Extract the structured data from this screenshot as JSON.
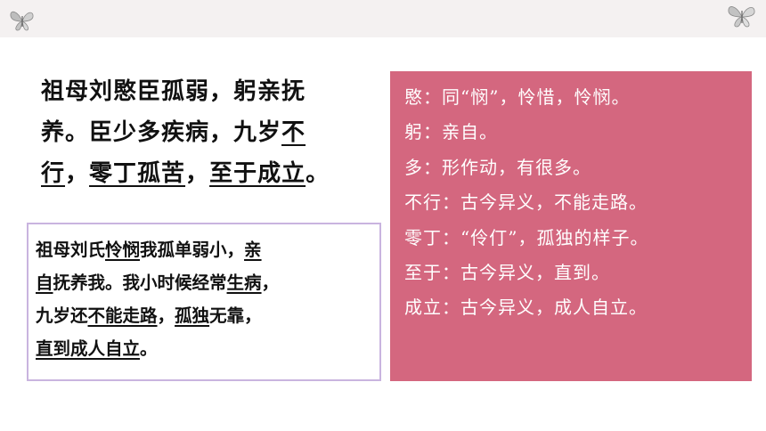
{
  "original": {
    "line1": [
      {
        "text": "祖母刘愍臣孤弱，躬亲抚",
        "u": false
      }
    ],
    "line2": [
      {
        "text": "养。臣少多疾病，九岁",
        "u": false
      },
      {
        "text": "不",
        "u": true
      }
    ],
    "line3": [
      {
        "text": "行",
        "u": true
      },
      {
        "text": "，",
        "u": false
      },
      {
        "text": "零丁孤苦",
        "u": true
      },
      {
        "text": "，",
        "u": false
      },
      {
        "text": "至于成立",
        "u": true
      },
      {
        "text": "。",
        "u": false
      }
    ]
  },
  "translation": {
    "line1": [
      {
        "text": "祖母刘氏",
        "u": false
      },
      {
        "text": "怜悯",
        "u": true
      },
      {
        "text": "我孤单弱小，",
        "u": false
      },
      {
        "text": "亲",
        "u": true
      }
    ],
    "line2": [
      {
        "text": "自",
        "u": true
      },
      {
        "text": "抚养我。我小时候经常",
        "u": false
      },
      {
        "text": "生病",
        "u": true
      },
      {
        "text": "，",
        "u": false
      }
    ],
    "line3": [
      {
        "text": "九岁还",
        "u": false
      },
      {
        "text": "不能走路",
        "u": true
      },
      {
        "text": "，",
        "u": false
      },
      {
        "text": "孤独",
        "u": true
      },
      {
        "text": "无靠，",
        "u": false
      }
    ],
    "line4": [
      {
        "text": "直到成人自立",
        "u": true
      },
      {
        "text": "。",
        "u": false
      }
    ]
  },
  "notes": [
    "愍：同“悯”，怜惜，怜悯。",
    "躬：亲自。",
    "多：形作动，有很多。",
    "不行：古今异义，不能走路。",
    "零丁：“伶仃”，孤独的样子。",
    "至于：古今异义，直到。",
    "成立：古今异义，成人自立。"
  ],
  "colors": {
    "notes_panel_bg": "#d4677f",
    "translation_border": "#c9b4df"
  },
  "icons": {
    "left": "butterfly-icon",
    "right": "butterfly-icon"
  }
}
